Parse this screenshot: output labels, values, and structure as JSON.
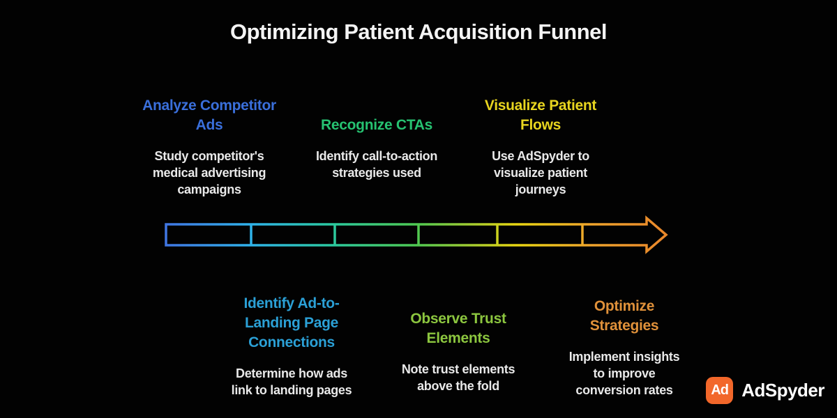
{
  "title": "Optimizing Patient Acquisition Funnel",
  "steps": [
    {
      "heading": "Analyze Competitor Ads",
      "description": "Study competitor's medical advertising campaigns",
      "color": "#3a6fdb"
    },
    {
      "heading": "Recognize CTAs",
      "description": "Identify call-to-action strategies used",
      "color": "#26c271"
    },
    {
      "heading": "Visualize Patient Flows",
      "description": "Use AdSpyder to visualize patient journeys",
      "color": "#e8d51f"
    },
    {
      "heading": "Identify Ad-to-Landing Page Connections",
      "description": "Determine how ads link to landing pages",
      "color": "#2ba0d6"
    },
    {
      "heading": "Observe Trust Elements",
      "description": "Note trust elements above the fold",
      "color": "#8cc63f"
    },
    {
      "heading": "Optimize Strategies",
      "description": "Implement insights to improve conversion rates",
      "color": "#e0913a"
    }
  ],
  "arrow": {
    "segments": 6,
    "direction": "right",
    "gradient": [
      "#4076e3",
      "#2fb3ea",
      "#2bc9a0",
      "#4ec952",
      "#9ccb33",
      "#e8d612",
      "#efa42c",
      "#e9872b"
    ]
  },
  "logo": {
    "icon_text": "Ad",
    "brand": "AdSpyder",
    "icon_color": "#f2672a"
  }
}
